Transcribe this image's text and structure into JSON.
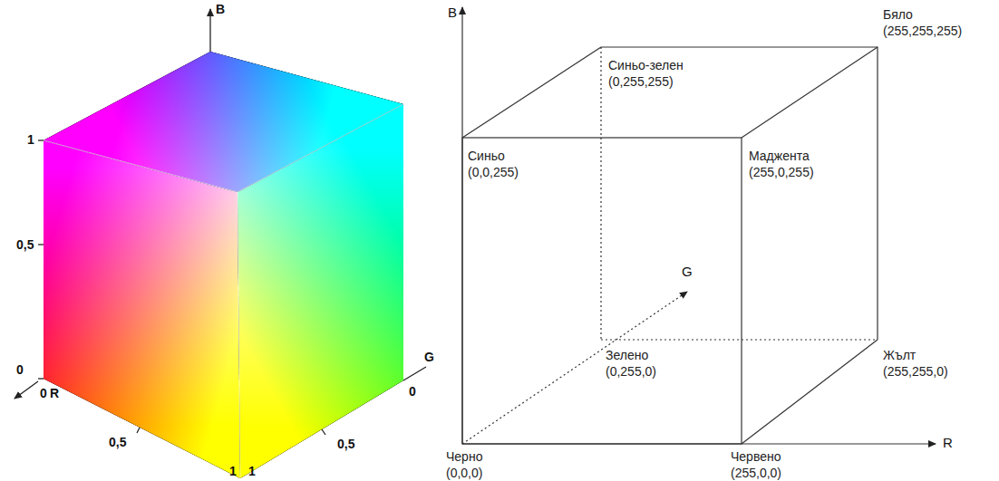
{
  "diagram": {
    "labels": [
      "B",
      "1",
      "0,5",
      "0",
      "0",
      "R",
      "0,5",
      "1",
      "1",
      "0,5",
      "0",
      "G",
      "B",
      "Синьо-зелен",
      "(0,255,255)",
      "Бяло",
      "(255,255,255)",
      "Синьо",
      "(0,0,255)",
      "Маджента",
      "(255,0,255)",
      "G",
      "Зелено",
      "(0,255,0)",
      "Жълт",
      "(255,255,0)",
      "Черно",
      "(0,0,0)",
      "Червено",
      "(255,0,0)",
      "R"
    ]
  }
}
